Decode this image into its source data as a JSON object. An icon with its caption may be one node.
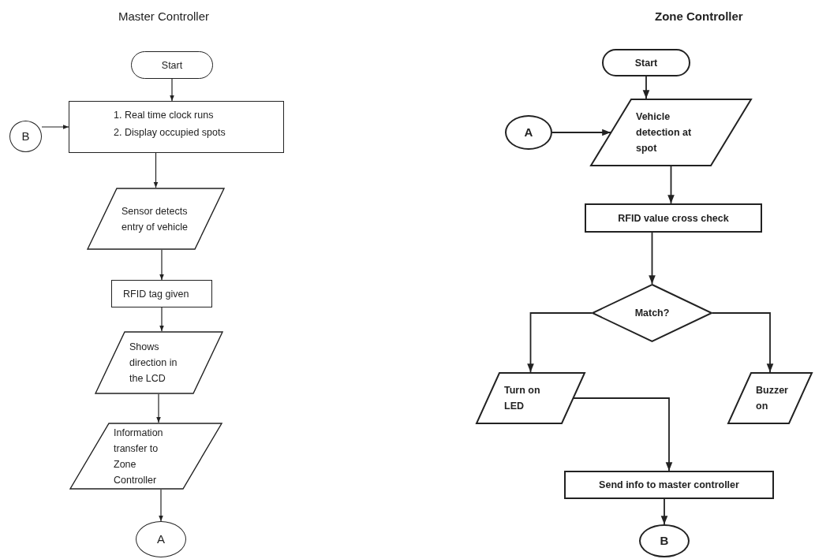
{
  "diagram": {
    "nodes": [
      {
        "text": [
          "Start"
        ]
      },
      {
        "text": [
          "B"
        ]
      },
      {
        "text": [
          "1. Real time clock runs",
          "2. Display occupied spots"
        ]
      },
      {
        "text": [
          "Sensor detects entry of vehicle"
        ]
      },
      {
        "text": [
          "RFID tag given"
        ]
      },
      {
        "text": [
          "Shows direction in the LCD"
        ]
      },
      {
        "text": [
          "Information transfer to Zone Controller"
        ]
      },
      {
        "text": [
          "A"
        ]
      },
      {
        "text": [
          "Start"
        ]
      },
      {
        "text": [
          "A"
        ]
      },
      {
        "text": [
          "Vehicle detection at spot"
        ]
      },
      {
        "text": [
          "RFID value cross check"
        ]
      },
      {
        "text": [
          "Match?"
        ]
      },
      {
        "text": [
          "Turn on LED"
        ]
      },
      {
        "text": [
          "Buzzer on"
        ]
      },
      {
        "text": [
          "Send info to master controller"
        ]
      },
      {
        "text": [
          "B"
        ]
      }
    ],
    "edges": [
      {
        "from": 0,
        "to": 2,
        "arrow": "to"
      },
      {
        "from": 1,
        "to": 2,
        "arrow": "to"
      },
      {
        "from": 2,
        "to": 3,
        "arrow": "to"
      },
      {
        "from": 3,
        "to": 4,
        "arrow": "to"
      },
      {
        "from": 4,
        "to": 5,
        "arrow": "to"
      },
      {
        "from": 5,
        "to": 6,
        "arrow": "to"
      },
      {
        "from": 6,
        "to": 7,
        "arrow": "to"
      },
      {
        "from": 8,
        "to": 10,
        "arrow": "to"
      },
      {
        "from": 9,
        "to": 10,
        "arrow": "to"
      },
      {
        "from": 10,
        "to": 11,
        "arrow": "to"
      },
      {
        "from": 11,
        "to": 12,
        "arrow": "to"
      },
      {
        "from": 12,
        "to": 13,
        "arrow": "to"
      },
      {
        "from": 12,
        "to": 14,
        "arrow": "to"
      },
      {
        "from": 13,
        "to": 15,
        "arrow": "to"
      },
      {
        "from": 15,
        "to": 16,
        "arrow": "to"
      }
    ],
    "labels": [
      "Master Controller",
      "Zone Controller"
    ]
  }
}
